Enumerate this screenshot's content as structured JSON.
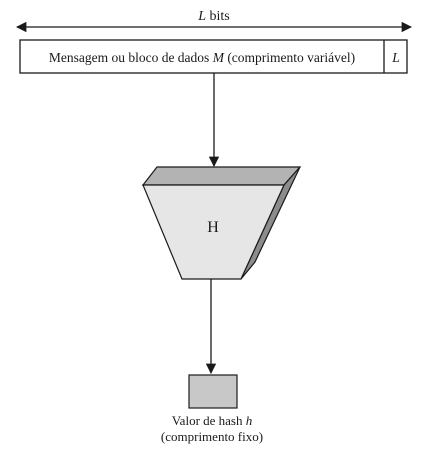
{
  "top_dimension": {
    "variable": "L",
    "unit": " bits"
  },
  "message_block": {
    "text_before": "Mensagem ou bloco de dados ",
    "variable": "M",
    "text_after": " (comprimento variável)",
    "length_field": "L"
  },
  "hash_function": {
    "label": "H"
  },
  "output": {
    "line1_text": "Valor de hash ",
    "line1_variable": "h",
    "line2": "(comprimento fixo)"
  },
  "colors": {
    "ink": "#1a1a1a",
    "box_fill": "#ffffff",
    "hash_front": "#e6e6e6",
    "hash_top": "#b3b3b3",
    "hash_side": "#8c8c8c",
    "output_fill": "#c8c8c8"
  }
}
